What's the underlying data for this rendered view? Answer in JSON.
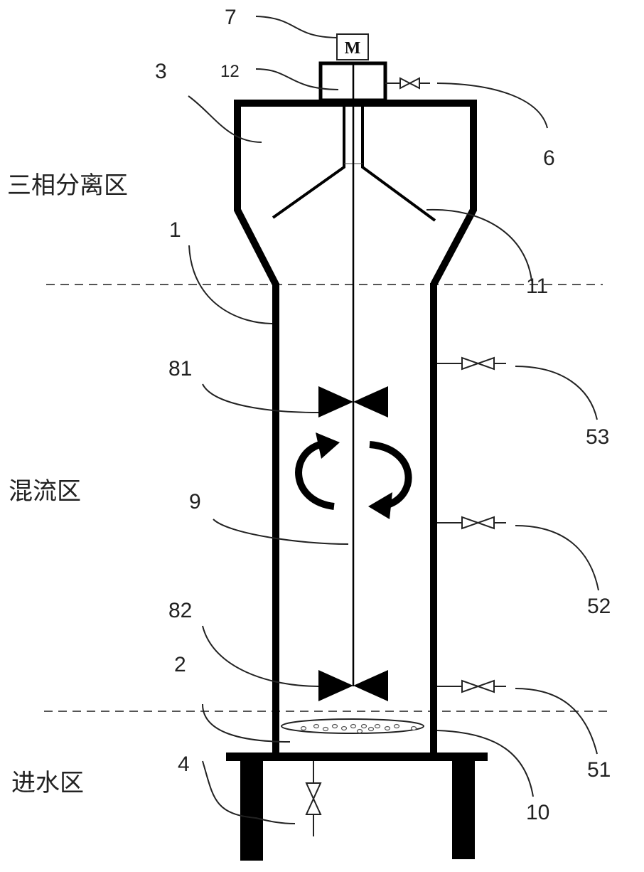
{
  "zones": {
    "separation": "三相分离区",
    "mixing": "混流区",
    "inlet": "进水区"
  },
  "motor_symbol": "M",
  "labels": {
    "l7": "7",
    "l12": "12",
    "l3": "3",
    "l6": "6",
    "l1": "1",
    "l11": "11",
    "l81": "81",
    "l53": "53",
    "l9": "9",
    "l52": "52",
    "l82": "82",
    "l2": "2",
    "l4": "4",
    "l51": "51",
    "l10": "10"
  }
}
